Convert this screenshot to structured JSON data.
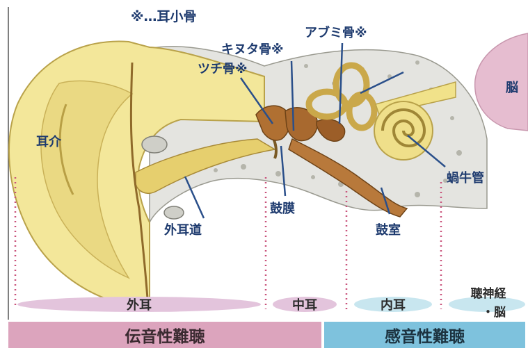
{
  "labels": {
    "ossicles_note": "※…耳小骨",
    "stapes": "アブミ骨※",
    "incus": "キヌタ骨※",
    "malleus": "ツチ骨※",
    "brain": "脳",
    "auricle": "耳介",
    "cochlea": "蝸牛管",
    "eardrum": "鼓膜",
    "ear_canal": "外耳道",
    "tympanic_cavity": "鼓室"
  },
  "regions": {
    "outer_ear": "外耳",
    "middle_ear": "中耳",
    "inner_ear": "内耳",
    "auditory_nerve_line1": "聴神経",
    "auditory_nerve_line2": "・脳"
  },
  "hearing_loss": {
    "conductive": "伝音性難聴",
    "sensorineural": "感音性難聴"
  },
  "colors": {
    "ear_yellow": "#f3e79a",
    "ear_shadow": "#dcc768",
    "bone_brown": "#a8692f",
    "bone_gray": "#e4e4e0",
    "brain_pink": "#e6bdd0",
    "label_blue": "#1d3a6e",
    "conductive_pink": "#dca4bd",
    "sensorineural_blue": "#7ec2dd"
  }
}
